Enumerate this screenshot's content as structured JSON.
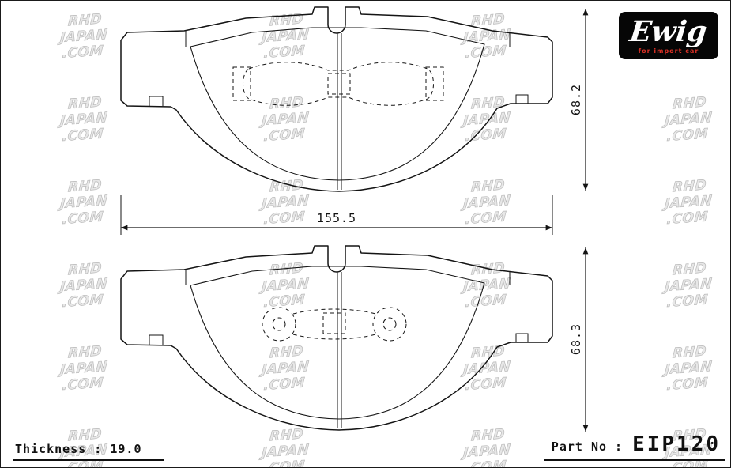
{
  "logo": {
    "brand": "Ewig",
    "tagline": "for import car"
  },
  "dimensions": {
    "top_pad_height": "68.2",
    "pad_width": "155.5",
    "bottom_pad_height": "68.3"
  },
  "footer": {
    "thickness_label": "Thickness : 19.0",
    "part_no_label": "Part No :",
    "part_no_value": "EIP120"
  },
  "watermark": {
    "lines": [
      "RHD",
      "JAPAN",
      ".COM"
    ]
  }
}
